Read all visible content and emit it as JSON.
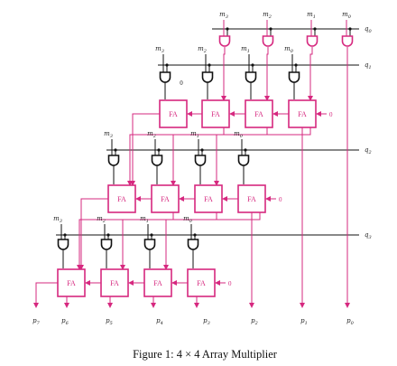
{
  "colors": {
    "magenta": "#d6287f",
    "black": "#111111",
    "bg": "#ffffff"
  },
  "multiplicand_bits": [
    "m3",
    "m2",
    "m1",
    "m0"
  ],
  "multiplier_bits": [
    "q0",
    "q1",
    "q2",
    "q3"
  ],
  "product_bits": [
    "p7",
    "p6",
    "p5",
    "p4",
    "p3",
    "p2",
    "p1",
    "p0"
  ],
  "cell_label": "FA",
  "zero_label": "0",
  "caption": "Figure 1: 4 × 4 Array Multiplier"
}
